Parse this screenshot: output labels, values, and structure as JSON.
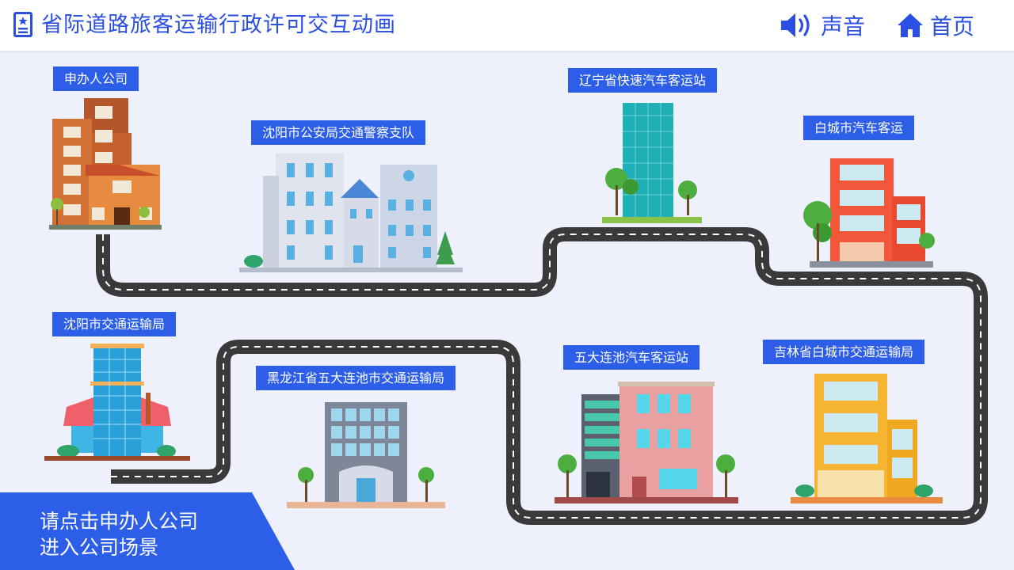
{
  "header": {
    "title": "省际道路旅客运输行政许可交互动画",
    "sound_label": "声音",
    "home_label": "首页"
  },
  "locations": {
    "applicant": "申办人公司",
    "shenyang_police": "沈阳市公安局交通警察支队",
    "liaoning_station": "辽宁省快速汽车客运站",
    "baicheng_bus": "白城市汽车客运",
    "shenyang_transport": "沈阳市交通运输局",
    "heilongjiang_transport": "黑龙江省五大连池市交通运输局",
    "wudalianchi_station": "五大连池汽车客运站",
    "jilin_transport": "吉林省白城市交通运输局"
  },
  "hint": {
    "line1": "请点击申办人公司",
    "line2": "进入公司场景"
  },
  "colors": {
    "primary": "#2d5ee8",
    "background": "#eef0fb",
    "road": "#3a3a3c"
  }
}
